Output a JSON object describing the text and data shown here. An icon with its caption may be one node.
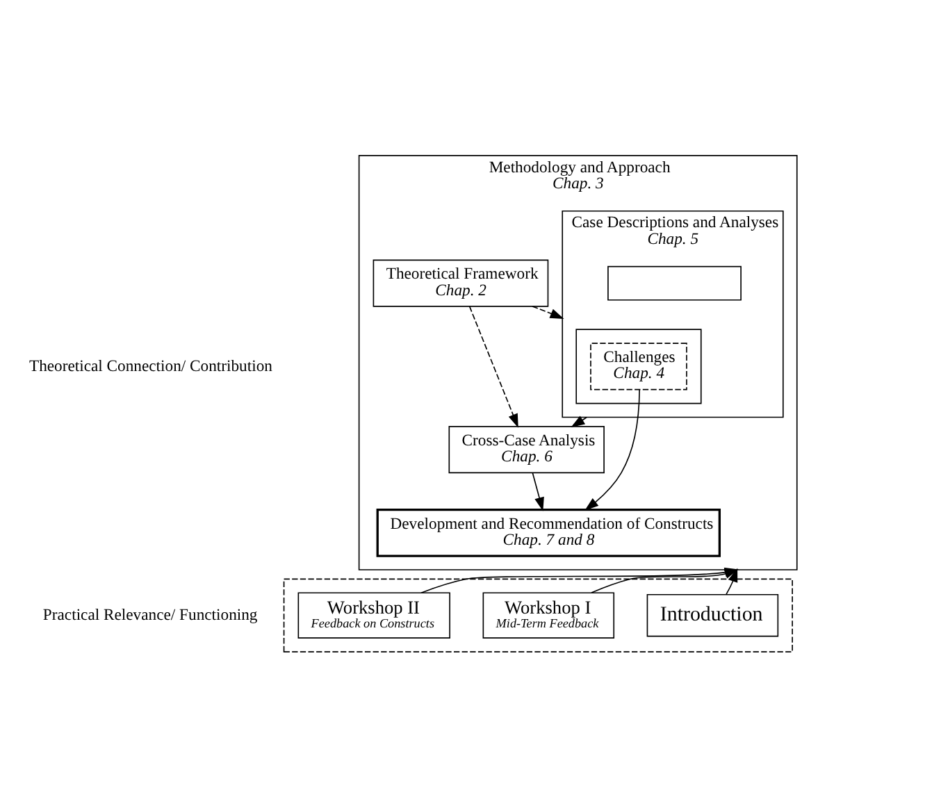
{
  "diagram": {
    "nodes": [
      {
        "text": [
          "Methodology and Approach",
          "Chap. 3"
        ]
      },
      {
        "text": [
          "Theoretical Framework",
          "Chap. 2"
        ],
        "in": 0
      },
      {
        "text": [
          "Case Descriptions and Analyses",
          "Chap. 5"
        ],
        "in": 0
      },
      {
        "text": [
          "Cross-Case Analysis",
          "Chap. 6"
        ],
        "in": 0
      },
      {
        "text": [],
        "shape": "box",
        "in": 2
      },
      {
        "text": [
          "Challenges",
          "Chap. 4"
        ],
        "in": 4
      },
      {
        "text": [],
        "shape": "box",
        "in": 2
      },
      {
        "text": [
          "Development and Recommendation of Constructs",
          "Chap. 7 and 8"
        ],
        "in": 0
      },
      {
        "text": [],
        "shape": "box"
      },
      {
        "text": [
          "Introduction"
        ],
        "in": 8
      },
      {
        "text": [
          "Workshop I",
          "Mid-Term Feedback"
        ],
        "in": 8
      },
      {
        "text": [
          "Workshop II",
          "Feedback on Constructs"
        ],
        "in": 8
      }
    ],
    "edges": [
      {
        "from": 1,
        "to": 2,
        "arrow": "to",
        "style": "dashed"
      },
      {
        "from": 1,
        "to": 3,
        "arrow": "to",
        "style": "dashed"
      },
      {
        "from": 2,
        "to": 3,
        "arrow": "to"
      },
      {
        "from": 3,
        "to": 7,
        "arrow": "to"
      },
      {
        "from": 5,
        "to": 7,
        "arrow": "to"
      },
      {
        "from": 9,
        "to": 0,
        "arrow": "to"
      },
      {
        "from": 10,
        "to": 0,
        "arrow": "to"
      },
      {
        "from": 11,
        "to": 0,
        "arrow": "to"
      }
    ],
    "labels": [
      "Theoretical Connection/ Contribution",
      "Practical Relevance/ Functioning"
    ]
  }
}
